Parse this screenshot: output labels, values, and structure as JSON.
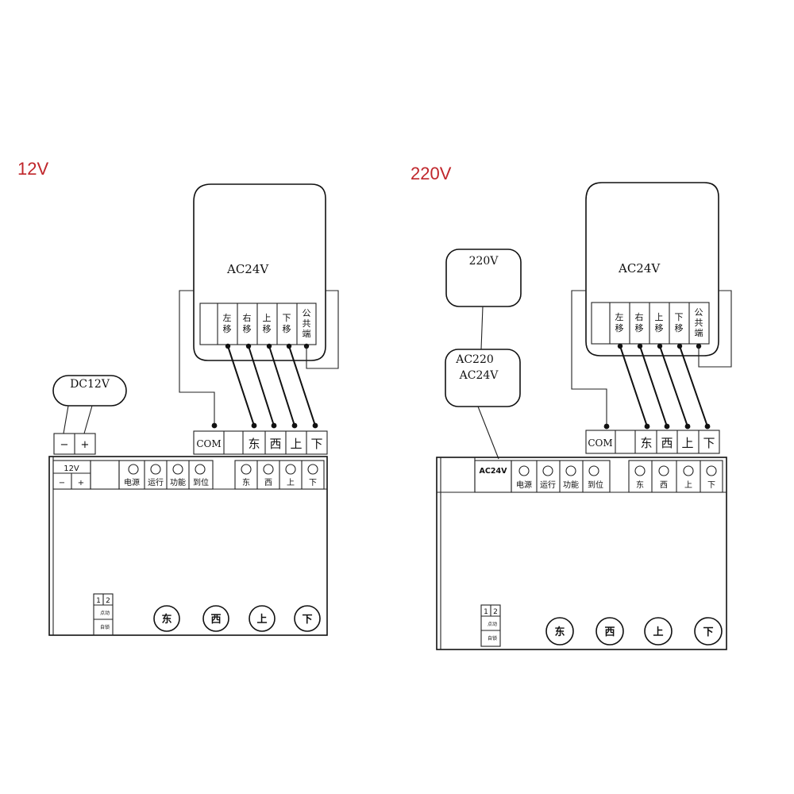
{
  "labels": {
    "left_title": "12V",
    "right_title": "220V",
    "adapter": "AC24V",
    "dc_source": "DC12V",
    "ac_source": "220V",
    "ac_transformer_line1": "AC220",
    "ac_transformer_line2": "AC24V",
    "minus": "−",
    "plus": "+",
    "board_12v": "12V",
    "board_ac24v": "AC24V"
  },
  "adapter_terminals": [
    {
      "l1": "左",
      "l2": "移"
    },
    {
      "l1": "右",
      "l2": "移"
    },
    {
      "l1": "上",
      "l2": "移"
    },
    {
      "l1": "下",
      "l2": "移"
    },
    {
      "l1": "公",
      "l2": "共",
      "l3": "端"
    }
  ],
  "controller_terminals": [
    "COM",
    "",
    "东",
    "西",
    "上",
    "下"
  ],
  "status_leds": [
    "电源",
    "运行",
    "功能",
    "到位"
  ],
  "direction_leds": [
    "东",
    "西",
    "上",
    "下"
  ],
  "buttons": [
    "东",
    "西",
    "上",
    "下"
  ],
  "dip": {
    "h1": "1",
    "h2": "2",
    "r1": "点动",
    "r2": "自锁"
  }
}
